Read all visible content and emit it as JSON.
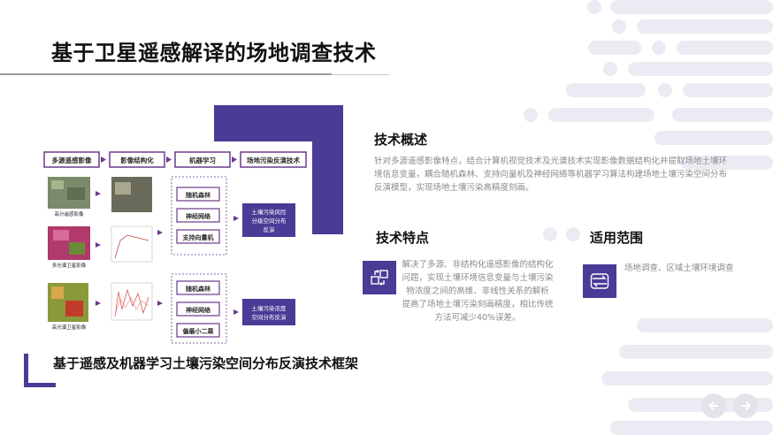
{
  "page": {
    "title": "基于卫星遥感解译的场地调查技术"
  },
  "figure": {
    "caption": "基于遥感及机器学习土壤污染空间分布反演技术框架",
    "flow_steps": [
      "多源遥感影像",
      "影像结构化",
      "机器学习",
      "场地污染反演技术"
    ],
    "image_labels": [
      "高分遥感影像",
      "多光谱卫星影像",
      "高光谱卫星影像"
    ],
    "group1_models": [
      "随机森林",
      "神经网络",
      "支持向量机"
    ],
    "group2_models": [
      "随机森林",
      "神经网络",
      "偏最小二乘"
    ],
    "result1": [
      "土壤污染风险",
      "分级空间分布",
      "反演"
    ],
    "result2": [
      "土壤污染浓度",
      "空间分布反演"
    ]
  },
  "overview": {
    "heading": "技术概述",
    "body": "针对多源遥感影像特点，结合计算机视觉技术及光谱技术实现影像数据结构化并提取场地土壤环境信息变量，耦合随机森林、支持向量机及神经网络等机器学习算法构建场地土壤污染空间分布反演模型，实现场地土壤污染高精度刻画。"
  },
  "features": {
    "heading": "技术特点",
    "body": "解决了多源、非结构化遥感影像的结构化问题，实现土壤环境信息变量与土壤污染物浓度之间的高维、非线性关系的解析 提高了场地土壤污染刻画精度，相比传统方法可减少40%误差。"
  },
  "scope": {
    "heading": "适用范围",
    "body": "场地调查、区域土壤环境调查"
  },
  "icons": {
    "features": "swap-boxes-icon",
    "scope": "exchange-arrows-icon",
    "prev": "arrow-left-icon",
    "next": "arrow-right-icon"
  },
  "colors": {
    "accent": "#4b3a96",
    "flow_box": "#6b3a8e",
    "result_box": "#4b3a96",
    "dots": "#ecebf3"
  }
}
